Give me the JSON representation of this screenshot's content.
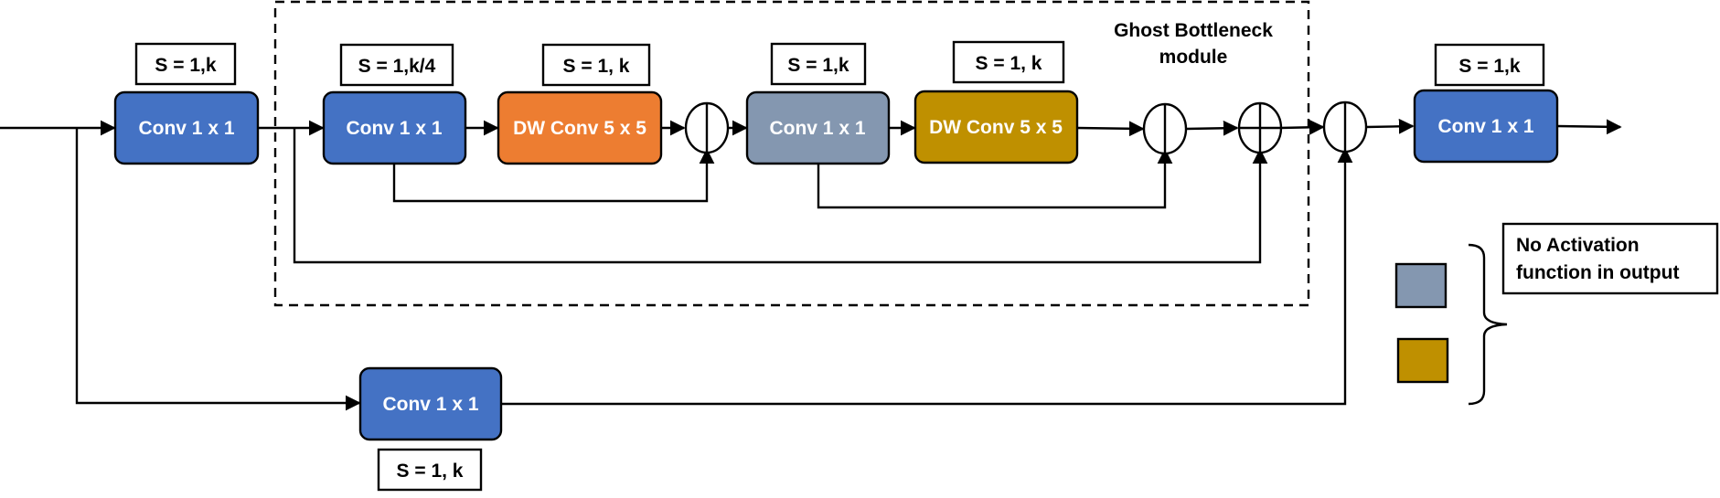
{
  "title": {
    "line1": "Ghost Bottleneck",
    "line2": "module"
  },
  "blocks": {
    "conv_in": "Conv 1 x 1",
    "conv_ghost1": "Conv 1 x 1",
    "dw_ghost1": "DW Conv 5 x 5",
    "conv_ghost2": "Conv 1 x 1",
    "dw_ghost2": "DW Conv 5 x 5",
    "conv_out": "Conv 1 x 1",
    "conv_short": "Conv 1 x 1"
  },
  "labels": {
    "conv_in": "S = 1,k",
    "conv_ghost1": "S = 1,k/4",
    "dw_ghost1": "S = 1, k",
    "conv_ghost2": "S = 1,k",
    "dw_ghost2": "S = 1, k",
    "conv_out": "S = 1,k",
    "conv_short": "S = 1, k"
  },
  "legend": {
    "line1": "No Activation",
    "line2": "function in output"
  },
  "colors": {
    "blue": "#4472C4",
    "orange": "#ED7D31",
    "gray": "#8497B0",
    "gold": "#BF9000",
    "border": "#000000"
  }
}
